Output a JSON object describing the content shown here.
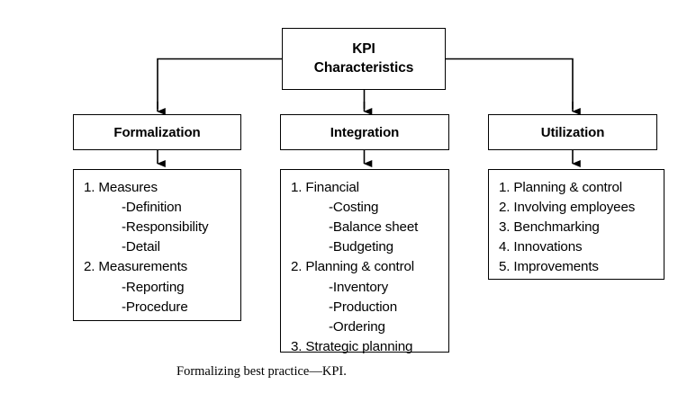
{
  "diagram": {
    "root": {
      "label_line1": "KPI",
      "label_line2": "Characteristics"
    },
    "columns": [
      {
        "header": "Formalization",
        "items": [
          {
            "text": "1. Measures",
            "level": 1
          },
          {
            "text": "-Definition",
            "level": 2
          },
          {
            "text": "-Responsibility",
            "level": 2
          },
          {
            "text": "-Detail",
            "level": 2
          },
          {
            "text": "2. Measurements",
            "level": 1
          },
          {
            "text": "-Reporting",
            "level": 2
          },
          {
            "text": "-Procedure",
            "level": 2
          }
        ]
      },
      {
        "header": "Integration",
        "items": [
          {
            "text": "1. Financial",
            "level": 1
          },
          {
            "text": "-Costing",
            "level": 2
          },
          {
            "text": "-Balance sheet",
            "level": 2
          },
          {
            "text": "-Budgeting",
            "level": 2
          },
          {
            "text": "2. Planning & control",
            "level": 1
          },
          {
            "text": "-Inventory",
            "level": 2
          },
          {
            "text": "-Production",
            "level": 2
          },
          {
            "text": "-Ordering",
            "level": 2
          },
          {
            "text": "3. Strategic planning",
            "level": 1
          }
        ]
      },
      {
        "header": "Utilization",
        "items": [
          {
            "text": "1. Planning & control",
            "level": 1
          },
          {
            "text": "2. Involving employees",
            "level": 1
          },
          {
            "text": "3. Benchmarking",
            "level": 1
          },
          {
            "text": "4. Innovations",
            "level": 1
          },
          {
            "text": "5. Improvements",
            "level": 1
          }
        ]
      }
    ],
    "caption": "Formalizing best practice—KPI.",
    "colors": {
      "stroke": "#000000",
      "background": "#ffffff",
      "text": "#000000"
    }
  }
}
